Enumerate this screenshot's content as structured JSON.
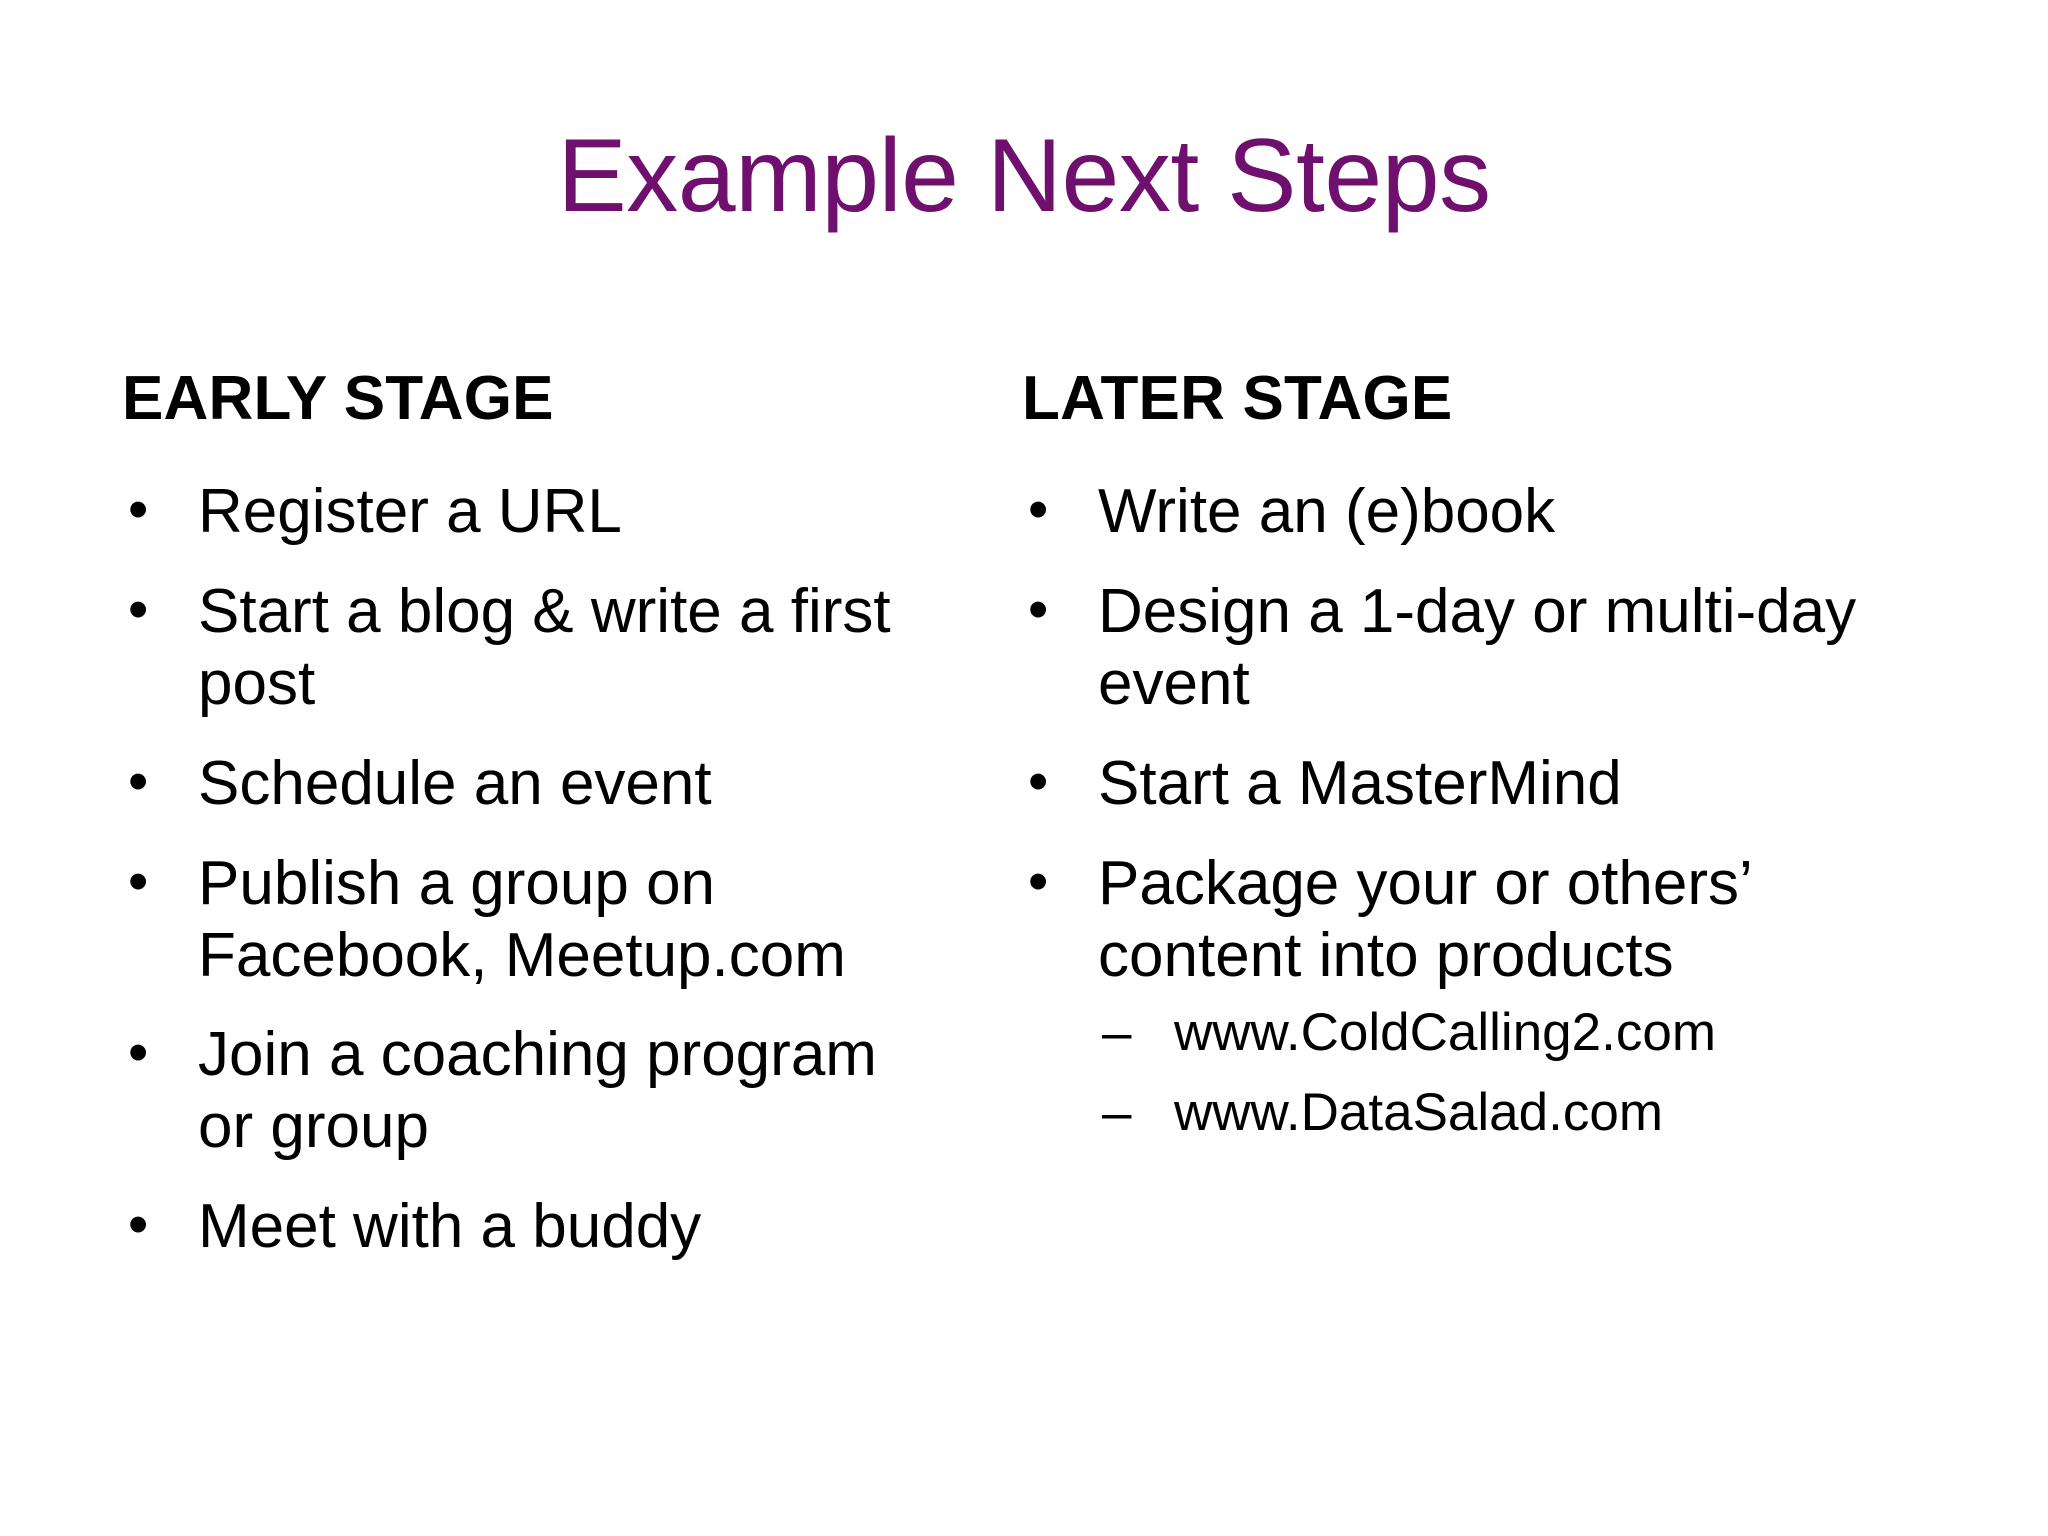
{
  "slide": {
    "title": "Example Next Steps",
    "title_color": "#70106E",
    "background_color": "#FFFFFF",
    "text_color": "#000000"
  },
  "columns": [
    {
      "header": "EARLY STAGE",
      "bullet_marker": "•",
      "items": [
        {
          "text": "Register a URL"
        },
        {
          "text": "Start a blog & write a first post"
        },
        {
          "text": "Schedule an event"
        },
        {
          "text": "Publish a group on Facebook, Meetup.com"
        },
        {
          "text": "Join a coaching program or group"
        },
        {
          "text": "Meet with a buddy"
        }
      ]
    },
    {
      "header": "LATER STAGE",
      "bullet_marker": "•",
      "sub_bullet_marker": "–",
      "items": [
        {
          "text": "Write an (e)book"
        },
        {
          "text": "Design a 1-day or multi-day event"
        },
        {
          "text": "Start a MasterMind"
        },
        {
          "text": "Package your or others’ content into products",
          "sub_items": [
            {
              "text": "www.ColdCalling2.com"
            },
            {
              "text": "www.DataSalad.com"
            }
          ]
        }
      ]
    }
  ]
}
